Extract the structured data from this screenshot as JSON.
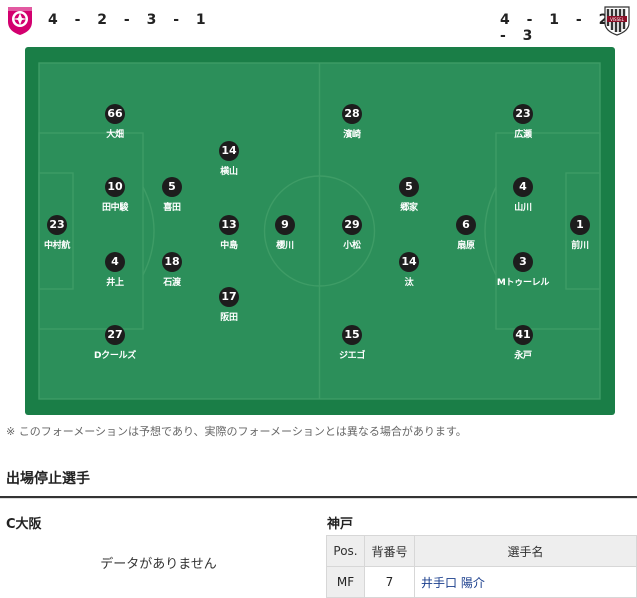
{
  "home": {
    "team_name": "C大阪",
    "formation": "4-2-3-1",
    "crest_icon": "cerezo-osaka-crest-icon",
    "crest_color": "#d3006f",
    "players": [
      {
        "number": "23",
        "name": "中村航"
      },
      {
        "number": "66",
        "name": "大畑"
      },
      {
        "number": "10",
        "name": "田中駿"
      },
      {
        "number": "4",
        "name": "井上"
      },
      {
        "number": "27",
        "name": "Dクールズ"
      },
      {
        "number": "5",
        "name": "喜田"
      },
      {
        "number": "18",
        "name": "石渡"
      },
      {
        "number": "14",
        "name": "横山"
      },
      {
        "number": "13",
        "name": "中島"
      },
      {
        "number": "17",
        "name": "阪田"
      },
      {
        "number": "9",
        "name": "櫻川"
      }
    ]
  },
  "away": {
    "team_name": "神戸",
    "formation": "4-1-2-3",
    "crest_icon": "vissel-kobe-crest-icon",
    "crest_color": "#8b0f27",
    "players": [
      {
        "number": "1",
        "name": "前川"
      },
      {
        "number": "23",
        "name": "広瀬"
      },
      {
        "number": "4",
        "name": "山川"
      },
      {
        "number": "3",
        "name": "Mトゥーレル"
      },
      {
        "number": "41",
        "name": "永戸"
      },
      {
        "number": "6",
        "name": "扇原"
      },
      {
        "number": "5",
        "name": "郷家"
      },
      {
        "number": "14",
        "name": "汰"
      },
      {
        "number": "28",
        "name": "濱崎"
      },
      {
        "number": "29",
        "name": "小松"
      },
      {
        "number": "15",
        "name": "ジエゴ"
      }
    ]
  },
  "note": "※ このフォーメーションは予想であり、実際のフォーメーションとは異なる場合があります。",
  "suspension": {
    "title": "出場停止選手",
    "home_no_data": "データがありません",
    "columns": [
      "Pos.",
      "背番号",
      "選手名"
    ],
    "away_rows": [
      {
        "pos": "MF",
        "number": "7",
        "name": "井手口 陽介"
      }
    ]
  },
  "colors": {
    "pitch": "#1a7e47",
    "pitch_inner": "#2c8f5a",
    "pitch_line": "#3e9c66",
    "player_badge": "#1d1d1d",
    "link": "#1a3e8c"
  }
}
